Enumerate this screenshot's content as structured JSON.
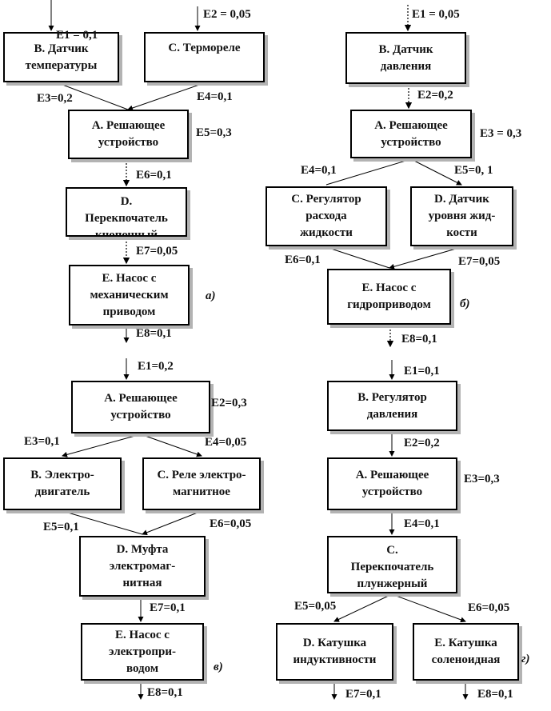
{
  "diagram_a": {
    "boxes": {
      "B": [
        "В. Датчик",
        "температуры"
      ],
      "C": [
        "С. Термореле"
      ],
      "A": [
        "А. Решающее",
        "устройство"
      ],
      "D": [
        "D.",
        "Перекпочатель",
        "кнопочный"
      ],
      "E": [
        "Е. Насос с",
        "механическим",
        "приводом"
      ]
    },
    "labels": {
      "e1": "E1 = 0,1",
      "e2": "E2 = 0,05",
      "e3": "E3=0,2",
      "e4": "E4=0,1",
      "e5": "E5=0,3",
      "e6": "E6=0,1",
      "e7": "E7=0,05",
      "e8": "E8=0,1"
    },
    "tag": "а)"
  },
  "diagram_b": {
    "boxes": {
      "B": [
        "В. Датчик",
        "давления"
      ],
      "A": [
        "А. Решающее",
        "устройство"
      ],
      "C": [
        "С. Регулятор",
        "расхода",
        "жидкости"
      ],
      "D": [
        "D. Датчик",
        "уровня жид-",
        "кости"
      ],
      "E": [
        "Е. Насос с",
        "гидроприводом"
      ]
    },
    "labels": {
      "e1": "E1 = 0,05",
      "e2": "E2=0,2",
      "e3": "E3 = 0,3",
      "e4": "E4=0,1",
      "e5": "E5=0, 1",
      "e6": "E6=0,1",
      "e7": "E7=0,05",
      "e8": "E8=0,1"
    },
    "tag": "б)"
  },
  "diagram_c": {
    "boxes": {
      "A": [
        "А. Решающее",
        "устройство"
      ],
      "B": [
        "В. Электро-",
        "двигатель"
      ],
      "C": [
        "С. Реле электро-",
        "магнитное"
      ],
      "D": [
        "D. Муфта",
        "электромаг-",
        "нитная"
      ],
      "E": [
        "Е. Насос с",
        "электропри-",
        "водом"
      ]
    },
    "labels": {
      "e1": "E1=0,2",
      "e2": "E2=0,3",
      "e3": "E3=0,1",
      "e4": "E4=0,05",
      "e5": "E5=0,1",
      "e6": "E6=0,05",
      "e7": "E7=0,1",
      "e8": "E8=0,1"
    },
    "tag": "в)"
  },
  "diagram_d": {
    "boxes": {
      "B": [
        "В. Регулятор",
        "давления"
      ],
      "A": [
        "А. Решающее",
        "устройство"
      ],
      "C": [
        "С.",
        "Перекпочатель",
        "плунжерный"
      ],
      "D": [
        "D. Катушка",
        "индуктивности"
      ],
      "E": [
        "Е. Катушка",
        "соленоидная"
      ]
    },
    "labels": {
      "e1": "E1=0,1",
      "e2": "E2=0,2",
      "e3": "E3=0,3",
      "e4": "E4=0,1",
      "e5": "E5=0,05",
      "e6": "E6=0,05",
      "e7": "E7=0,1",
      "e8": "E8=0,1"
    },
    "tag": "г)"
  }
}
